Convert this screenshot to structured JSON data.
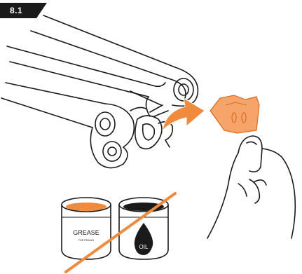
{
  "step": {
    "label": "8.1"
  },
  "cans": {
    "grease": {
      "label": "GREASE",
      "sublabel": "FOR PEDALS",
      "fill_color": "#f08a3c"
    },
    "oil": {
      "label": "OIL"
    }
  },
  "colors": {
    "accent": "#f08a3c",
    "accent_light": "#f6a46a",
    "line": "#1a1a1a",
    "badge": "#1a1a1a"
  },
  "icons": {
    "arrow": "curved-arrow-icon",
    "prohibition": "strike-through-line"
  }
}
